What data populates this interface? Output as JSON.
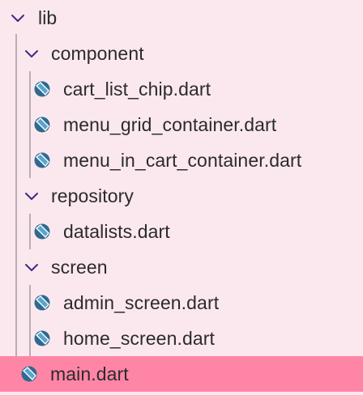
{
  "explorer": {
    "items": [
      {
        "label": "lib",
        "kind": "folder",
        "depth": 0,
        "expanded": true
      },
      {
        "label": "component",
        "kind": "folder",
        "depth": 1,
        "expanded": true
      },
      {
        "label": "cart_list_chip.dart",
        "kind": "file",
        "depth": 2
      },
      {
        "label": "menu_grid_container.dart",
        "kind": "file",
        "depth": 2
      },
      {
        "label": "menu_in_cart_container.dart",
        "kind": "file",
        "depth": 2
      },
      {
        "label": "repository",
        "kind": "folder",
        "depth": 1,
        "expanded": true
      },
      {
        "label": "datalists.dart",
        "kind": "file",
        "depth": 2
      },
      {
        "label": "screen",
        "kind": "folder",
        "depth": 1,
        "expanded": true
      },
      {
        "label": "admin_screen.dart",
        "kind": "file",
        "depth": 2
      },
      {
        "label": "home_screen.dart",
        "kind": "file",
        "depth": 2
      },
      {
        "label": "main.dart",
        "kind": "file",
        "depth": 1,
        "selected": true
      }
    ]
  },
  "colors": {
    "background": "#fbe8ee",
    "selected_row": "#ff85a6",
    "chevron": "#3c2a8a",
    "dart_icon_dark": "#2f6a8f",
    "dart_icon_light": "#5aa4cc",
    "guide_line": "#b9aeb3"
  },
  "icons": {
    "folder_toggle": "chevron-down-icon",
    "file": "dart-file-icon"
  }
}
